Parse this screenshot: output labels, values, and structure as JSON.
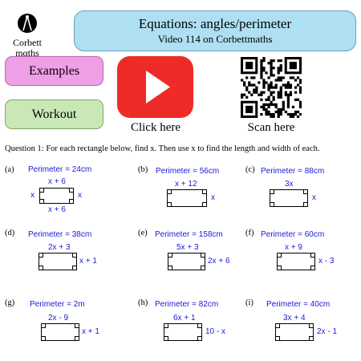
{
  "header": {
    "logo_line1": "Corbett",
    "logo_line2": "mαths",
    "title": "Equations: angles/perimeter",
    "subtitle": "Video 114 on Corbettmaths"
  },
  "buttons": {
    "examples": "Examples",
    "workout": "Workout",
    "click_here": "Click here",
    "scan_here": "Scan here"
  },
  "question": "Question 1:   For each rectangle below, find x. Then use x to find the length and width of each.",
  "parts": {
    "a": {
      "label": "(a)",
      "perimeter": "Perimeter = 24cm",
      "top": "x + 6",
      "bottom": "x + 6",
      "left": "x",
      "right": "x"
    },
    "b": {
      "label": "(b)",
      "perimeter": "Perimeter = 56cm",
      "top": "x + 12",
      "right": "x"
    },
    "c": {
      "label": "(c)",
      "perimeter": "Perimeter = 88cm",
      "top": "3x",
      "right": "x"
    },
    "d": {
      "label": "(d)",
      "perimeter": "Perimeter = 38cm",
      "top": "2x + 3",
      "right": "x + 1"
    },
    "e": {
      "label": "(e)",
      "perimeter": "Perimeter = 158cm",
      "top": "5x + 3",
      "right": "2x + 6"
    },
    "f": {
      "label": "(f)",
      "perimeter": "Perimeter = 60cm",
      "top": "x + 9",
      "right": "x - 3"
    },
    "g": {
      "label": "(g)",
      "perimeter": "Perimeter = 2m",
      "top": "2x - 9",
      "right": "x + 1"
    },
    "h": {
      "label": "(h)",
      "perimeter": "Perimeter = 82cm",
      "top": "6x + 1",
      "right": "10 - x"
    },
    "i": {
      "label": "(i)",
      "perimeter": "Perimeter = 40cm",
      "top": "3x + 4",
      "right": "2x - 1"
    }
  },
  "colors": {
    "title_bg": "#aedff2",
    "examples_bg": "#ef9fe6",
    "workout_bg": "#c9e8b6",
    "youtube_red": "#ef2b27",
    "label_blue": "#1b1bd6"
  }
}
